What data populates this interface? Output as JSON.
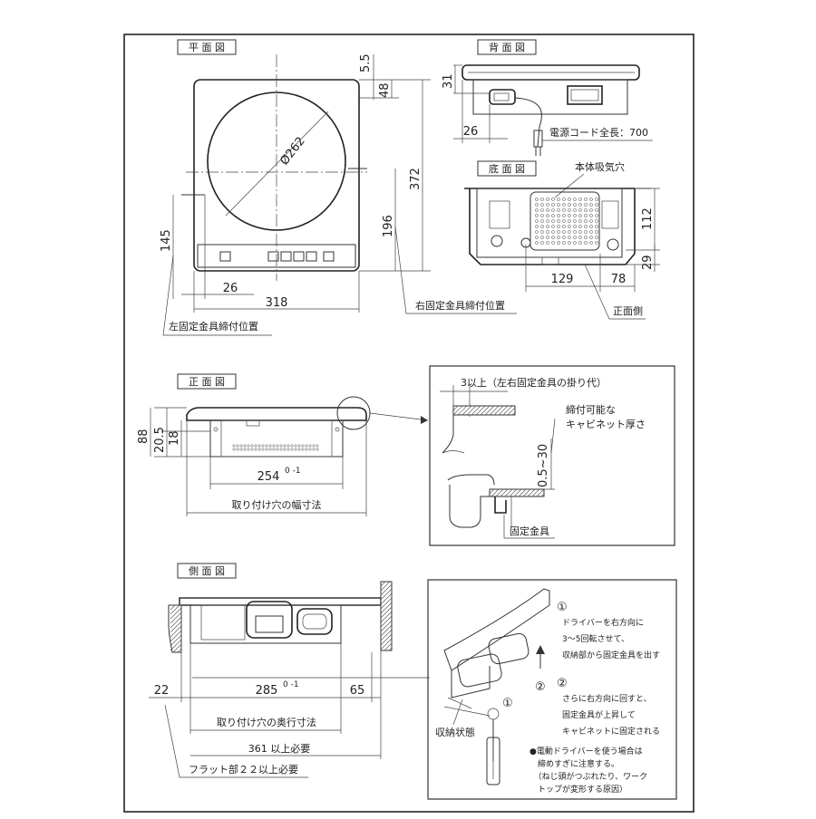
{
  "plan_view": {
    "title": "平 面 図",
    "dims": {
      "d55": "5.5",
      "d48": "48",
      "d372": "372",
      "d262": "Ø262",
      "d145": "145",
      "d196": "196",
      "d26": "26",
      "d318": "318"
    },
    "left_fix_label": "左固定金具締付位置",
    "right_fix_label": "右固定金具締付位置"
  },
  "back_view": {
    "title": "背 面 図",
    "dims": {
      "d31": "31",
      "d26": "26"
    },
    "cord_label": "電源コード全長：700"
  },
  "bottom_view": {
    "title": "底 面 図",
    "intake_label": "本体吸気穴",
    "dims": {
      "d112": "112",
      "d29": "29",
      "d129": "129",
      "d78": "78"
    },
    "front_label": "正面側"
  },
  "front_view": {
    "title": "正 面 図",
    "dims": {
      "d88": "88",
      "d205": "20.5",
      "d18": "18",
      "d254": "254",
      "d254_tol": "0 -1"
    },
    "width_label": "取り付け穴の幅寸法"
  },
  "detail": {
    "hang_label": "3以上（左右固定金具の掛り代）",
    "thick_label_1": "締付可能な",
    "thick_label_2": "キャビネット厚さ",
    "range_label": "0.5~30",
    "bracket_label": "固定金具"
  },
  "side_view": {
    "title": "側 面 図",
    "dims": {
      "d22": "22",
      "d285": "285",
      "d285_tol": "0 -1",
      "d65": "65"
    },
    "depth_label": "取り付け穴の奥行寸法",
    "d361_label": "361 以上必要",
    "flat_label": "フラット部２２以上必要"
  },
  "instructions": {
    "step1_num": "①",
    "step1_lines": [
      "ドライバーを右方向に",
      "3～5回転させて、",
      "収納部から固定金具を出す"
    ],
    "step2_num": "②",
    "step2_lines": [
      "さらに右方向に回すと、",
      "固定金具が上昇して",
      "キャビネットに固定される"
    ],
    "stored_label": "収納状態",
    "note_lines": [
      "●電動ドライバーを使う場合は",
      "　締めすぎに注意する。",
      "　（ねじ頭がつぶれたり、ワーク",
      "　トップが変形する原因）"
    ]
  }
}
